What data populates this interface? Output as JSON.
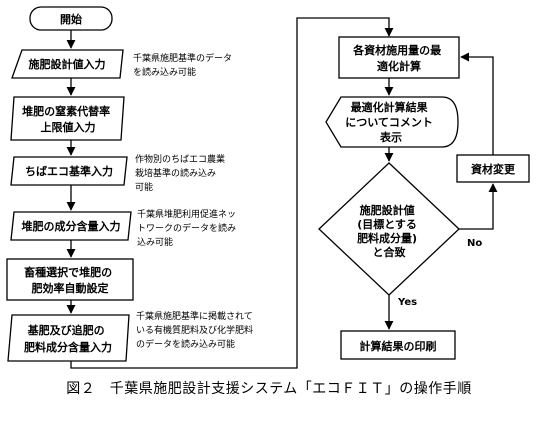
{
  "caption": "図２　千葉県施肥設計支援システム「エコＦＩＴ」の操作手順",
  "nodes": {
    "start": [
      "開始"
    ],
    "input_design": [
      "施肥設計値入力"
    ],
    "input_n_limit": [
      "堆肥の窒素代替率",
      "上限値入力"
    ],
    "input_chiba_eco": [
      "ちばエコ基準入力"
    ],
    "input_compost": [
      "堆肥の成分含量入力"
    ],
    "livestock_select": [
      "畜種選択で堆肥の",
      "肥効率自動設定"
    ],
    "input_fertilizer": [
      "基肥及び追肥の",
      "肥料成分含量入力"
    ],
    "optimize": [
      "各資材施用量の最",
      "適化計算"
    ],
    "comment": [
      "最適化計算結果",
      "についてコメント",
      "表示"
    ],
    "decision": [
      "施肥設計値",
      "(目標とする",
      "肥料成分量)",
      "と合致"
    ],
    "material_change": [
      "資材変更"
    ],
    "print": [
      "計算結果の印刷"
    ]
  },
  "notes": {
    "note1": [
      "千葉県施肥基準のデータ",
      "を読み込み可能"
    ],
    "note2": [
      "作物別のちばエコ農業",
      "栽培基準の読み込み",
      "可能"
    ],
    "note3": [
      "千葉県堆肥利用促進ネッ",
      "トワークのデータを読み",
      "込み可能"
    ],
    "note4": [
      "千葉県施肥基準に掲載されて",
      "いる有機質肥料及び化学肥料",
      "のデータを読み込み可能"
    ]
  },
  "edges": {
    "yes": "Yes",
    "no": "No"
  }
}
